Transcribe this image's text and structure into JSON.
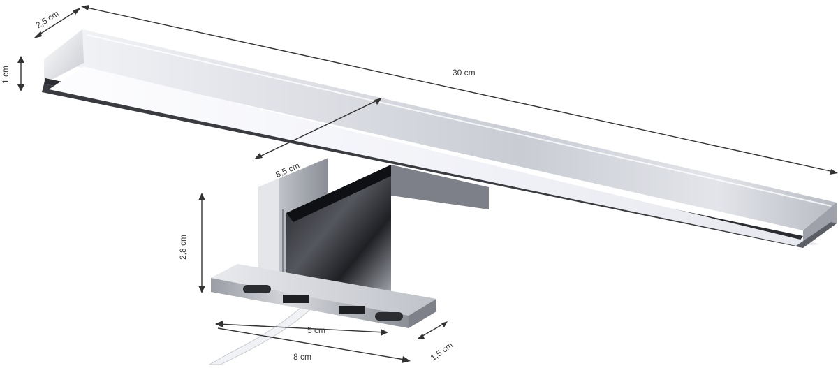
{
  "image": {
    "subject": "lamp-product-photo"
  },
  "dimensions": {
    "depth_top": "2,5 cm",
    "height_bar": "1 cm",
    "length": "30 cm",
    "depth_mid": "8,5 cm",
    "bracket_height": "2,8 cm",
    "mount_inner": "5 cm",
    "mount_width": "8 cm",
    "mount_thickness": "1,5 cm"
  },
  "colors": {
    "chrome_light": "#e8eaef",
    "chrome_mid": "#b9bcc4",
    "chrome_dark": "#2a2b30",
    "diffuser": "#f6f7fb",
    "annotation": "#333333"
  }
}
